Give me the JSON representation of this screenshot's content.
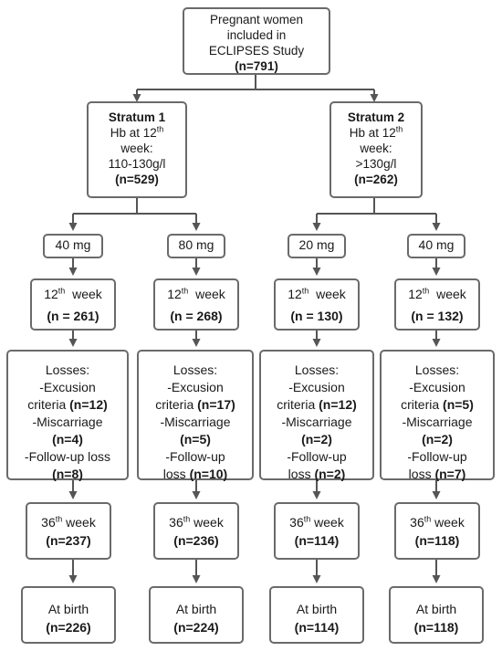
{
  "root": {
    "line1": "Pregnant women",
    "line2": "included in",
    "line3": "ECLIPSES Study",
    "count": "(n=791)"
  },
  "strata": [
    {
      "title": "Stratum 1",
      "hb_prefix": "Hb at 12",
      "hb_sup": "th",
      "week_word": "week:",
      "range": "110-130g/l",
      "count": "(n=529)"
    },
    {
      "title": "Stratum 2",
      "hb_prefix": "Hb at 12",
      "hb_sup": "th",
      "week_word": "week:",
      "range": ">130g/l",
      "count": "(n=262)"
    }
  ],
  "arms": [
    {
      "dose": "40 mg",
      "week12": {
        "num": "12",
        "sup": "th",
        "word": "week",
        "n": "(n = 261)"
      },
      "losses": {
        "title": "Losses:",
        "l1": "-Excusion",
        "l2a": "criteria ",
        "l2b": "(n=12)",
        "l3": "-Miscarriage",
        "l4": "(n=4)",
        "l5": "-Follow-up loss",
        "l6": "(n=8)"
      },
      "week36": {
        "num": "36",
        "sup": "th",
        "word": "week",
        "n": "(n=237)"
      },
      "birth": {
        "label": "At birth",
        "n": "(n=226)"
      }
    },
    {
      "dose": "80 mg",
      "week12": {
        "num": "12",
        "sup": "th",
        "word": "week",
        "n": "(n = 268)"
      },
      "losses": {
        "title": "Losses:",
        "l1": "-Excusion",
        "l2a": "criteria ",
        "l2b": "(n=17)",
        "l3": "-Miscarriage",
        "l4": "(n=5)",
        "l5": "-Follow-up",
        "l6a": "loss ",
        "l6b": "(n=10)"
      },
      "week36": {
        "num": "36",
        "sup": "th",
        "word": "week",
        "n": "(n=236)"
      },
      "birth": {
        "label": "At birth",
        "n": "(n=224)"
      }
    },
    {
      "dose": "20 mg",
      "week12": {
        "num": "12",
        "sup": "th",
        "word": "week",
        "n": "(n = 130)"
      },
      "losses": {
        "title": "Losses:",
        "l1": "-Excusion",
        "l2a": "criteria ",
        "l2b": "(n=12)",
        "l3": "-Miscarriage",
        "l4": "(n=2)",
        "l5": "-Follow-up",
        "l6a": "loss ",
        "l6b": "(n=2)"
      },
      "week36": {
        "num": "36",
        "sup": "th",
        "word": "week",
        "n": "(n=114)"
      },
      "birth": {
        "label": "At birth",
        "n": "(n=114)"
      }
    },
    {
      "dose": "40 mg",
      "week12": {
        "num": "12",
        "sup": "th",
        "word": "week",
        "n": "(n = 132)"
      },
      "losses": {
        "title": "Losses:",
        "l1": "-Excusion",
        "l2a": "criteria ",
        "l2b": "(n=5)",
        "l3": "-Miscarriage",
        "l4": "(n=2)",
        "l5": "-Follow-up",
        "l6a": "loss ",
        "l6b": "(n=7)"
      },
      "week36": {
        "num": "36",
        "sup": "th",
        "word": "week",
        "n": "(n=118)"
      },
      "birth": {
        "label": "At birth",
        "n": "(n=118)"
      }
    }
  ]
}
